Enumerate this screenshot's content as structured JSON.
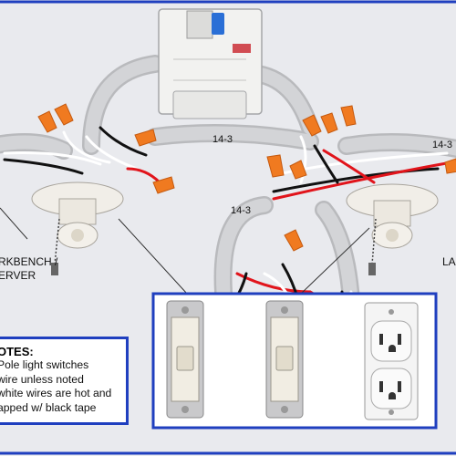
{
  "labels": {
    "cable_top": "14-3",
    "cable_mid": "14-3",
    "cable_right": "14-3",
    "left_fixture_line1": "RKBENCH /",
    "left_fixture_line2": "ERVER",
    "right_fixture": "LA"
  },
  "notes": {
    "title": "OTES:",
    "lines": [
      "Pole light switches",
      "wire unless noted",
      "white wires are hot and",
      "apped w/ black tape"
    ]
  },
  "colors": {
    "background": "#e9eaee",
    "conduit": "#cfd0d3",
    "box_border": "#1f3fbf",
    "wire_red": "#e1141b",
    "wire_black": "#111111",
    "wire_white": "#ffffff",
    "wire_nut": "#f07a20",
    "breaker_handle": "#2a6fd6"
  }
}
